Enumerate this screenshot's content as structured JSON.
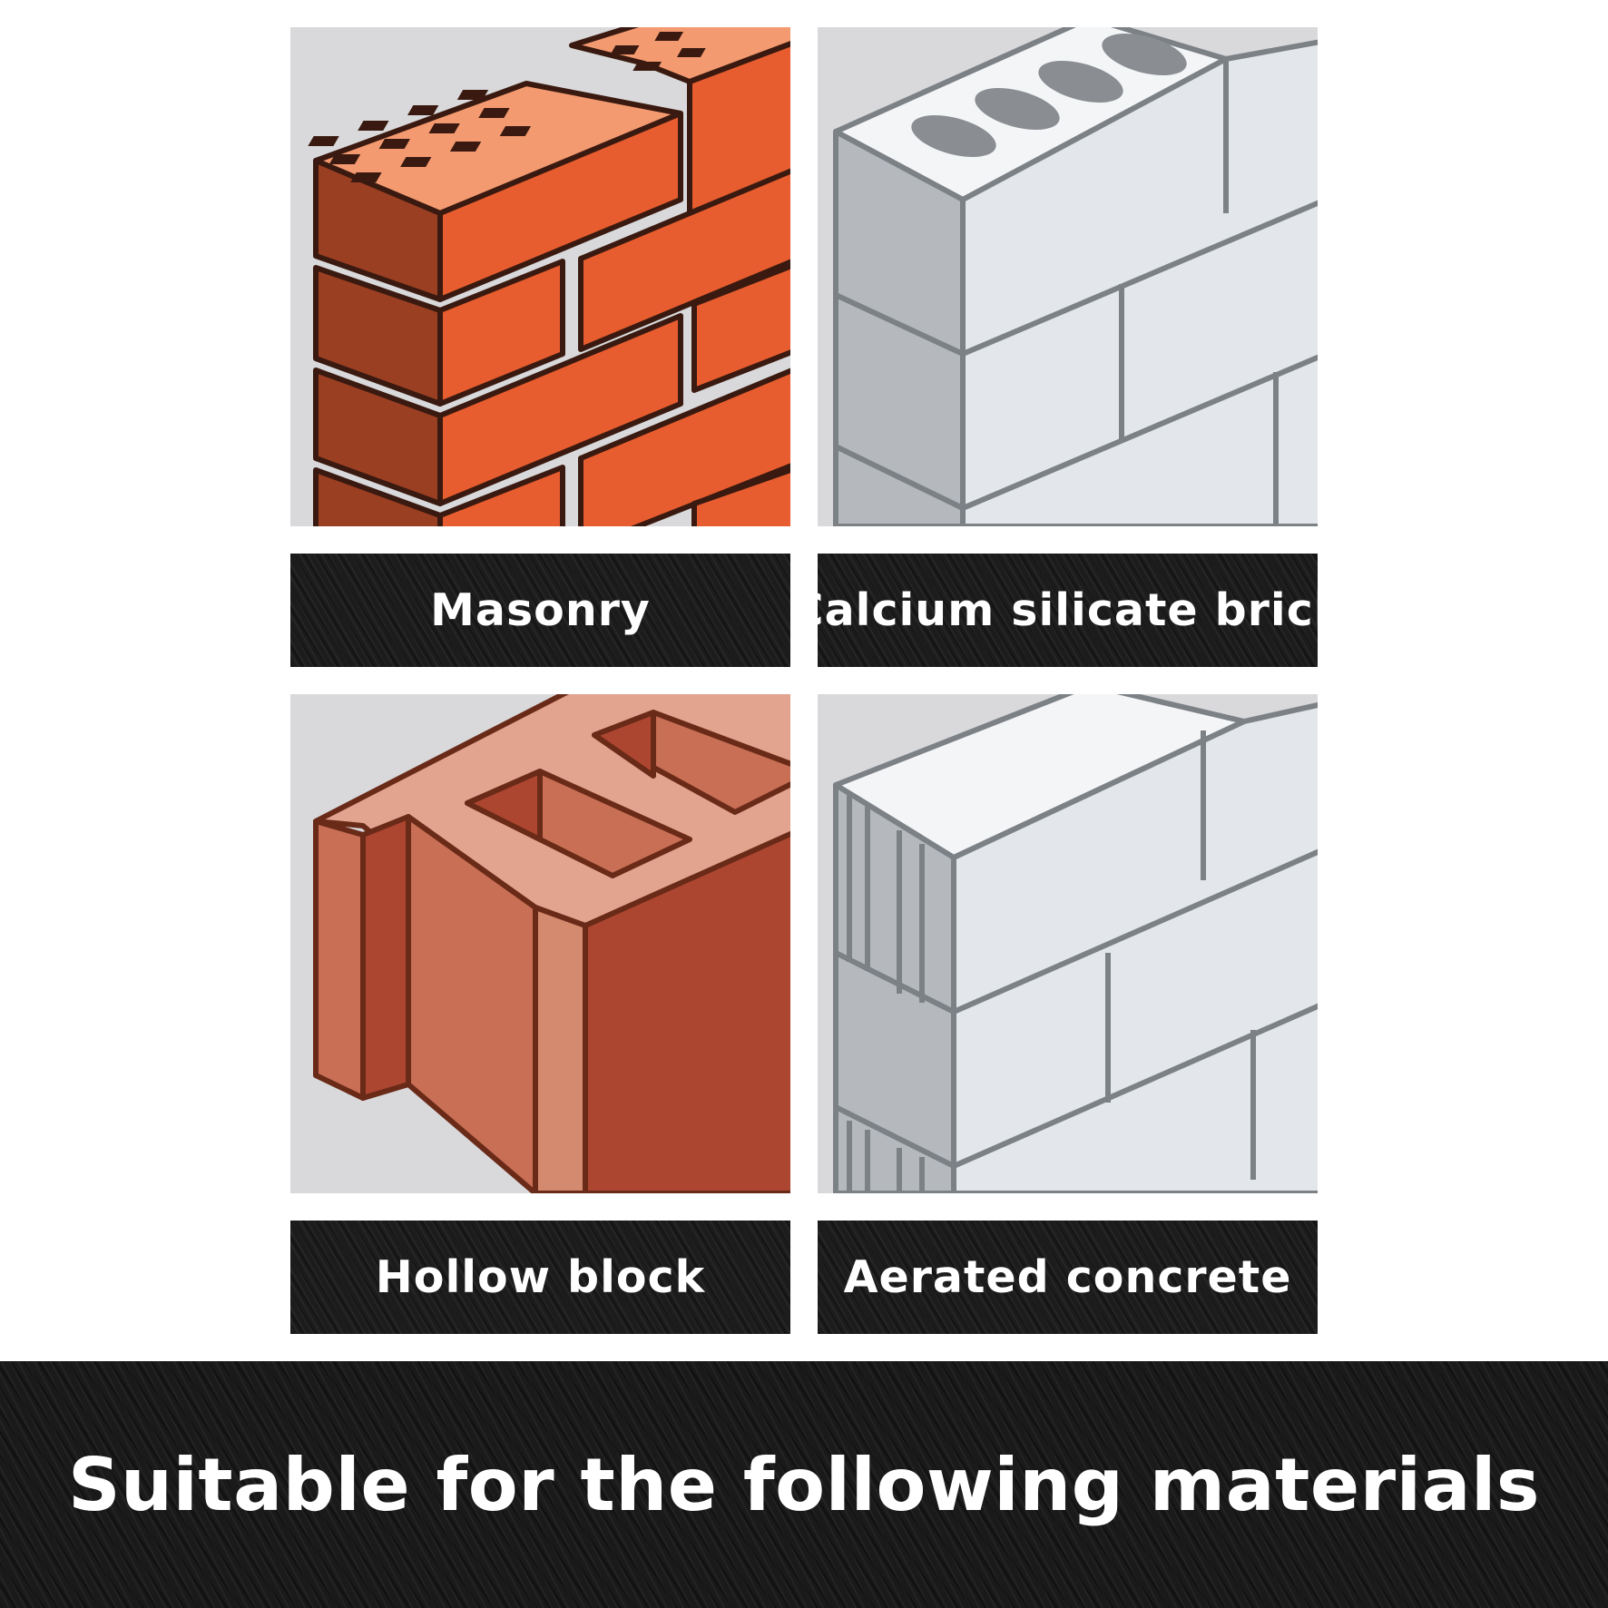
{
  "materials": [
    {
      "label": "Masonry",
      "icon": "solid-brick-wall-icon"
    },
    {
      "label": "Calcium silicate brick",
      "icon": "calcium-silicate-wall-icon"
    },
    {
      "label": "Hollow block",
      "icon": "hollow-block-icon"
    },
    {
      "label": "Aerated concrete",
      "icon": "aerated-concrete-wall-icon"
    }
  ],
  "footer": {
    "title": "Suitable for the following materials"
  },
  "colors": {
    "brick_front": "#e85d2f",
    "brick_side": "#9b3f22",
    "brick_top": "#f49a70",
    "outline_dark": "#3a1a10",
    "hollow_front": "#c86f55",
    "hollow_side": "#ad4631",
    "hollow_top": "#e2a48e",
    "concrete_face": "#e3e6ea",
    "concrete_side": "#b5b9be",
    "concrete_line": "#7c8186",
    "label_bg": "#1c1c1c"
  }
}
